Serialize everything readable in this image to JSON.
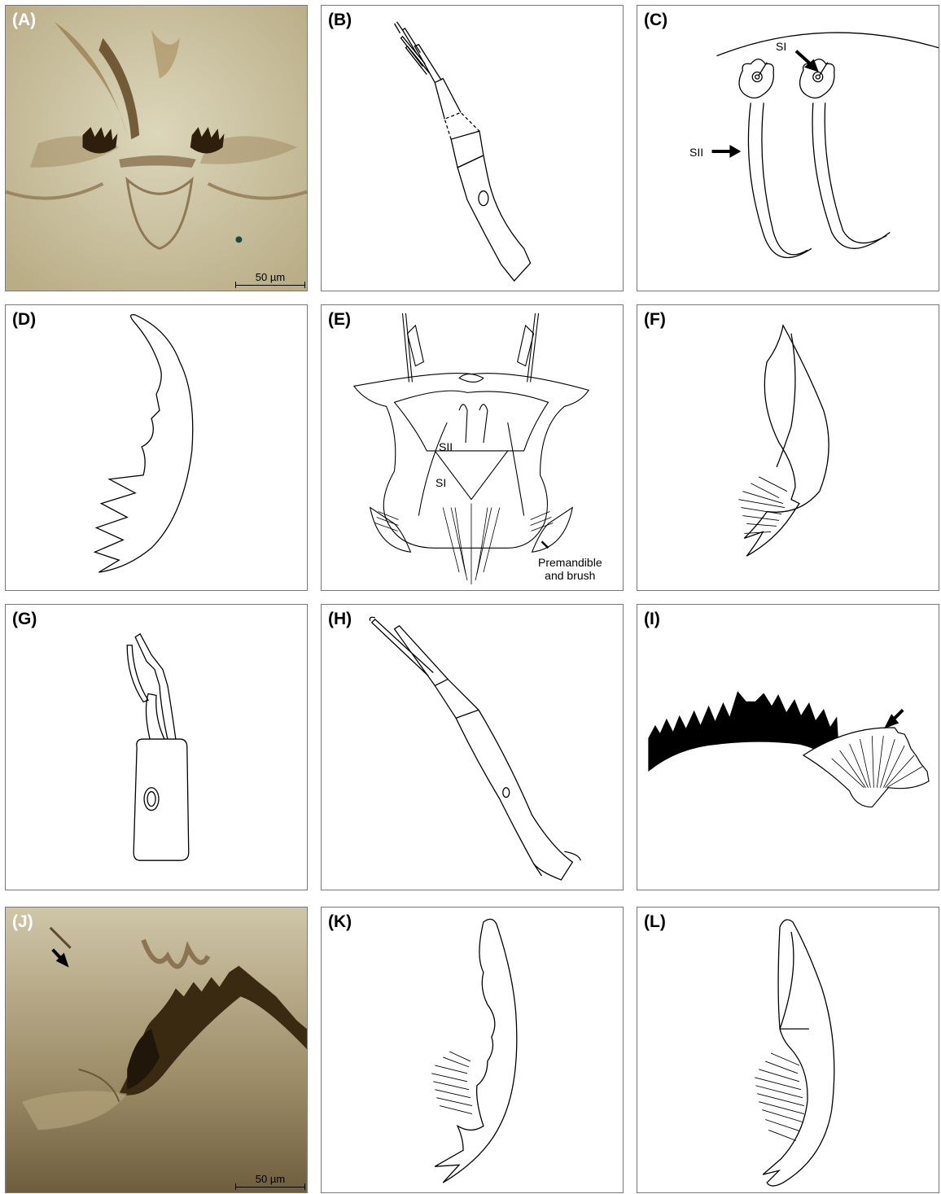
{
  "panels": {
    "A": {
      "label": "(A)",
      "scale": "50 µm"
    },
    "B": {
      "label": "(B)"
    },
    "C": {
      "label": "(C)",
      "annotations": {
        "si": "SI",
        "sii": "SII"
      }
    },
    "D": {
      "label": "(D)"
    },
    "E": {
      "label": "(E)",
      "annotations": {
        "sii": "SII",
        "si": "SI",
        "premandible_line1": "Premandible",
        "premandible_line2": "and brush"
      }
    },
    "F": {
      "label": "(F)"
    },
    "G": {
      "label": "(G)"
    },
    "H": {
      "label": "(H)"
    },
    "I": {
      "label": "(I)"
    },
    "J": {
      "label": "(J)",
      "scale": "50 µm"
    },
    "K": {
      "label": "(K)"
    },
    "L": {
      "label": "(L)"
    }
  },
  "colors": {
    "photo_bg": "#c9c0a0",
    "photo_dark": "#3a2a14",
    "ink": "#000000"
  }
}
